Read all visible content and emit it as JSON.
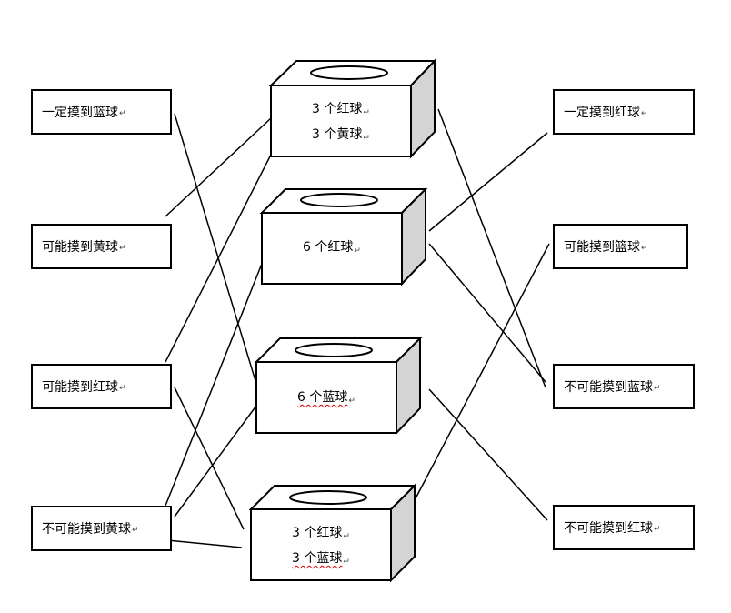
{
  "left_labels": [
    {
      "text": "一定摸到篮球"
    },
    {
      "text": "可能摸到黄球"
    },
    {
      "text": "可能摸到红球"
    },
    {
      "text": "不可能摸到黄球"
    }
  ],
  "right_labels": [
    {
      "text": "一定摸到红球"
    },
    {
      "text": "可能摸到篮球"
    },
    {
      "text": "不可能摸到蓝球"
    },
    {
      "text": "不可能摸到红球"
    }
  ],
  "boxes": [
    {
      "lines": [
        {
          "text": "3 个红球"
        },
        {
          "text": "3 个黄球"
        }
      ]
    },
    {
      "lines": [
        {
          "text": "6 个红球"
        }
      ]
    },
    {
      "lines": [
        {
          "text": "6 个蓝球"
        }
      ]
    },
    {
      "lines": [
        {
          "text": "3 个红球"
        },
        {
          "text": "3 个蓝球"
        }
      ]
    }
  ],
  "mark_glyph": "↵",
  "colors": {
    "stroke": "#000000",
    "box_side": "#d4d4d4",
    "background": "#ffffff",
    "spellcheck": "#dd0000"
  }
}
